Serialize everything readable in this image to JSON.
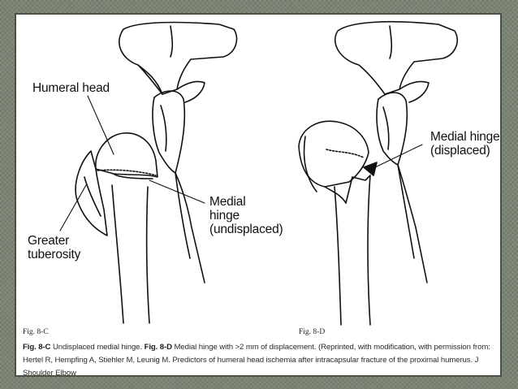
{
  "labels": {
    "humeral_head": "Humeral head",
    "greater_tuberosity": "Greater\ntuberosity",
    "medial_hinge_undisplaced": "Medial\nhinge\n(undisplaced)",
    "medial_hinge_displaced": "Medial hinge\n(displaced)"
  },
  "figures": {
    "left_id": "Fig. 8-C",
    "right_id": "Fig. 8-D"
  },
  "caption": {
    "fig_c_label": "Fig. 8-C",
    "fig_c_text": " Undisplaced medial hinge. ",
    "fig_d_label": "Fig. 8-D",
    "fig_d_text": " Medial hinge with >2 mm of displacement. (Reprinted, with modification, with permission from: Hertel R, Hempfing A, Stiehler M, Leunig M. Predictors of humeral head ischemia after intracapsular fracture of the proximal humerus. J Shoulder Elbow"
  },
  "colors": {
    "background": "#7b8474",
    "panel": "#ffffff",
    "ink": "#111111"
  }
}
